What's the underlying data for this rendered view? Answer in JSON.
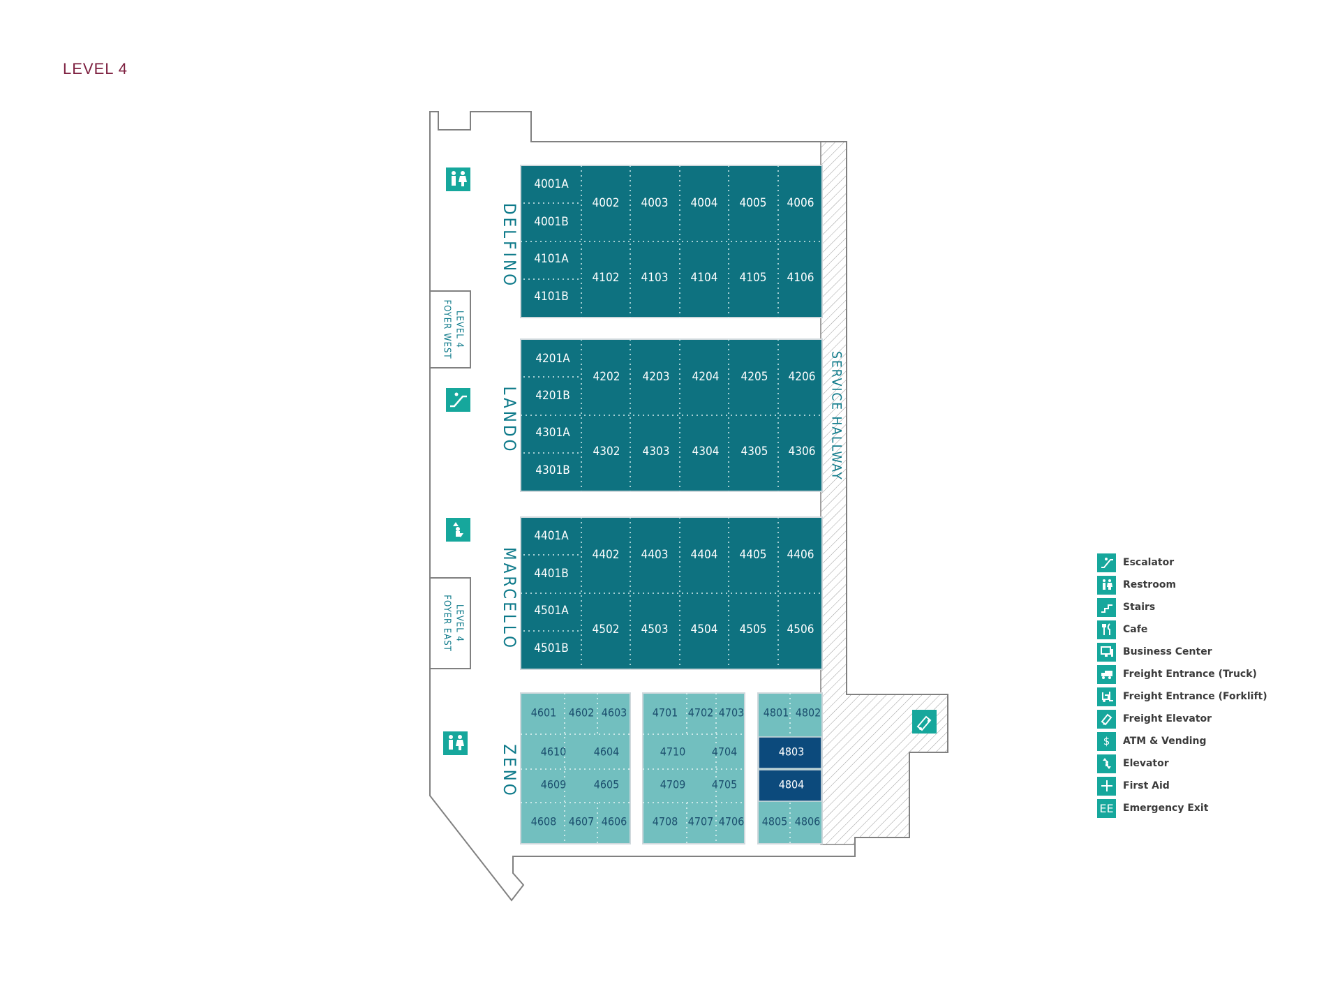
{
  "page": {
    "title": "LEVEL 4"
  },
  "labels": {
    "delfino": "DELFINO",
    "lando": "LANDO",
    "marcello": "MARCELLO",
    "zeno": "ZENO",
    "service_hallway": "SERVICE HALLWAY",
    "foyer_west_1": "LEVEL 4",
    "foyer_west_2": "FOYER WEST",
    "foyer_east_1": "LEVEL 4",
    "foyer_east_2": "FOYER EAST"
  },
  "rooms": {
    "r4001A": "4001A",
    "r4001B": "4001B",
    "r4002": "4002",
    "r4003": "4003",
    "r4004": "4004",
    "r4005": "4005",
    "r4006": "4006",
    "r4101A": "4101A",
    "r4101B": "4101B",
    "r4102": "4102",
    "r4103": "4103",
    "r4104": "4104",
    "r4105": "4105",
    "r4106": "4106",
    "r4201A": "4201A",
    "r4201B": "4201B",
    "r4202": "4202",
    "r4203": "4203",
    "r4204": "4204",
    "r4205": "4205",
    "r4206": "4206",
    "r4301A": "4301A",
    "r4301B": "4301B",
    "r4302": "4302",
    "r4303": "4303",
    "r4304": "4304",
    "r4305": "4305",
    "r4306": "4306",
    "r4401A": "4401A",
    "r4401B": "4401B",
    "r4402": "4402",
    "r4403": "4403",
    "r4404": "4404",
    "r4405": "4405",
    "r4406": "4406",
    "r4501A": "4501A",
    "r4501B": "4501B",
    "r4502": "4502",
    "r4503": "4503",
    "r4504": "4504",
    "r4505": "4505",
    "r4506": "4506",
    "r4601": "4601",
    "r4602": "4602",
    "r4603": "4603",
    "r4610": "4610",
    "r4604": "4604",
    "r4609": "4609",
    "r4605": "4605",
    "r4608": "4608",
    "r4607": "4607",
    "r4606": "4606",
    "r4701": "4701",
    "r4702": "4702",
    "r4703": "4703",
    "r4710": "4710",
    "r4704": "4704",
    "r4709": "4709",
    "r4705": "4705",
    "r4708": "4708",
    "r4707": "4707",
    "r4706": "4706",
    "r4801": "4801",
    "r4802": "4802",
    "r4803": "4803",
    "r4804": "4804",
    "r4805": "4805",
    "r4806": "4806"
  },
  "legend": {
    "escalator": "Escalator",
    "restroom": "Restroom",
    "stairs": "Stairs",
    "cafe": "Cafe",
    "business_center": "Business Center",
    "freight_truck": "Freight Entrance (Truck)",
    "freight_forklift": "Freight Entrance (Forklift)",
    "freight_elevator": "Freight Elevator",
    "atm": "ATM & Vending",
    "elevator": "Elevator",
    "first_aid": "First Aid",
    "emergency_exit": "Emergency Exit",
    "atm_glyph": "$",
    "ee_glyph": "EE"
  },
  "colors": {
    "dark_room": "#0e7280",
    "light_room": "#72bfbf",
    "navy_room": "#0c4a7c",
    "icon": "#16a79c",
    "title": "#7d1f3f"
  }
}
